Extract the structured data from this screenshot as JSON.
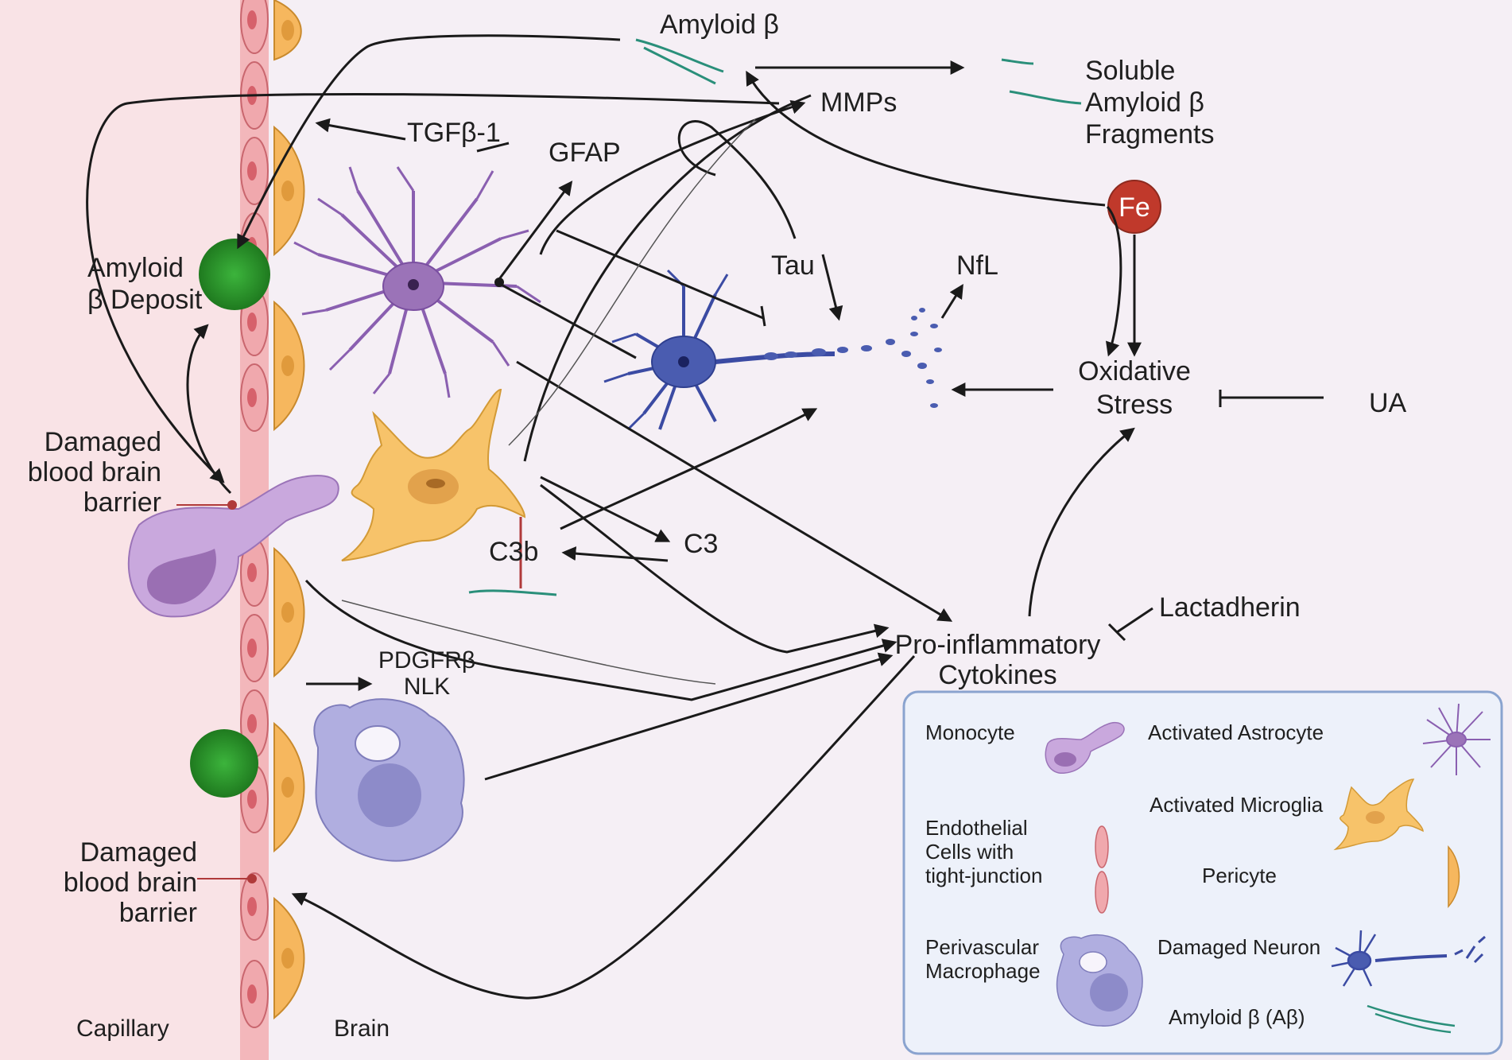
{
  "labels": {
    "amyloid_beta": "Amyloid β",
    "mmps": "MMPs",
    "soluble_fragments": [
      "Soluble",
      "Amyloid β",
      "Fragments"
    ],
    "tgfb1": "TGFβ-1",
    "gfap": "GFAP",
    "fe": "Fe",
    "tau": "Tau",
    "nfl": "NfL",
    "amyloid_deposit": [
      "Amyloid",
      "β Deposit"
    ],
    "oxidative_stress": [
      "Oxidative",
      "Stress"
    ],
    "ua": "UA",
    "damaged_bbb_top": [
      "Damaged",
      "blood brain",
      "barrier"
    ],
    "damaged_bbb_bottom": [
      "Damaged",
      "blood brain",
      "barrier"
    ],
    "c3b": "C3b",
    "c3": "C3",
    "lactadherin": "Lactadherin",
    "pro_inflammatory": [
      "Pro-inflammatory",
      "Cytokines"
    ],
    "pdgfrb": "PDGFRβ",
    "nlk": "NLK",
    "capillary": "Capillary",
    "brain": "Brain"
  },
  "legend": {
    "monocyte": "Monocyte",
    "activated_astrocyte": "Activated Astrocyte",
    "activated_microglia": "Activated Microglia",
    "endothelial": [
      "Endothelial",
      "Cells with",
      "tight-junction"
    ],
    "pericyte": "Pericyte",
    "perivascular_macrophage": [
      "Perivascular",
      "Macrophage"
    ],
    "damaged_neuron": "Damaged Neuron",
    "amyloid_ab": "Amyloid β (Aβ)"
  },
  "colors": {
    "capillary_bg": "#f9e3e6",
    "brain_bg": "#f5eff5",
    "endothelial": "#f0a8ad",
    "pericyte": "#f6b75e",
    "astrocyte": "#9b73b8",
    "microglia": "#f7c36a",
    "neuron": "#4a5cb0",
    "monocyte": "#c9a8dd",
    "macrophage": "#b0aee0",
    "fe": "#c0392b",
    "amyloid_deposit": "#2f9a2f",
    "legend_bg": "#edf1fa",
    "legend_border": "#8aa3cf"
  }
}
